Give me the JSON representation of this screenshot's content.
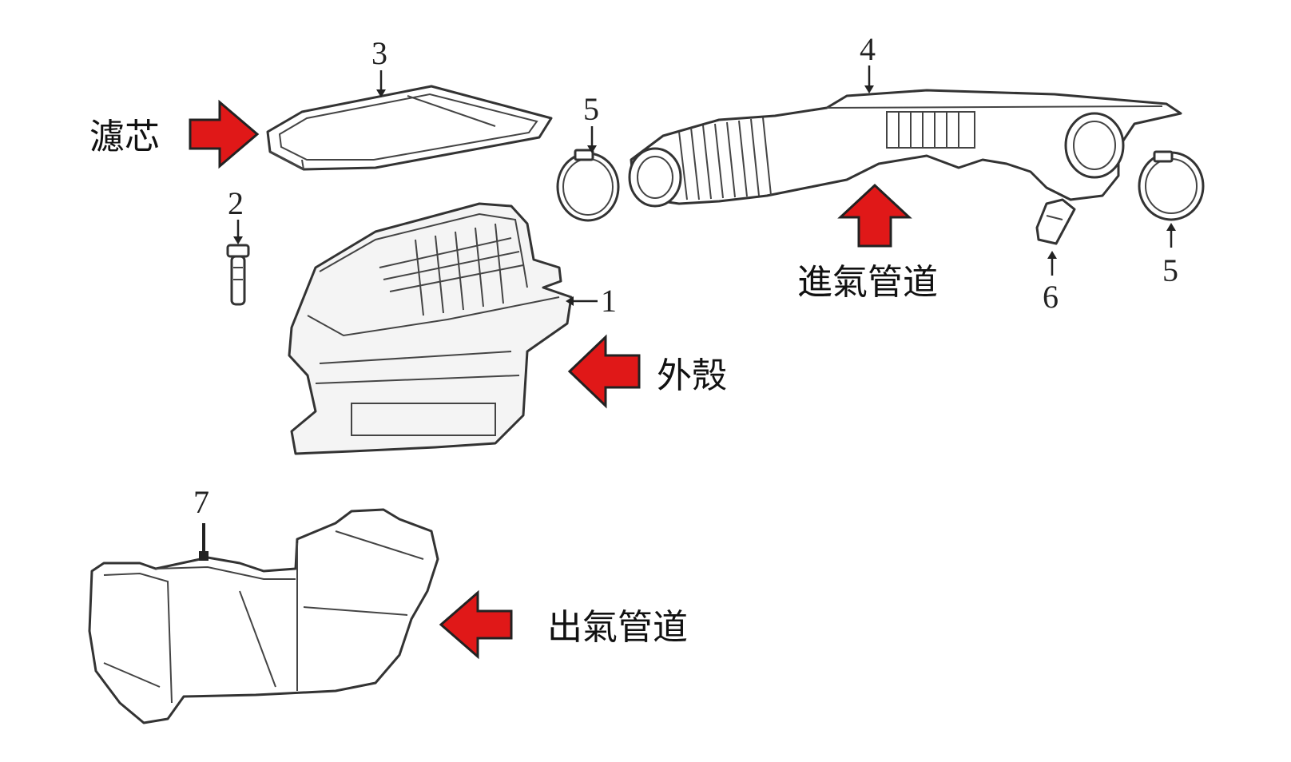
{
  "parts": [
    {
      "number": "1"
    },
    {
      "number": "2"
    },
    {
      "number": "3"
    },
    {
      "number": "4"
    },
    {
      "number": "5"
    },
    {
      "number": "5"
    },
    {
      "number": "6"
    },
    {
      "number": "7"
    }
  ],
  "callouts": {
    "filter": "濾芯",
    "housing": "外殼",
    "intake": "進氣管道",
    "outlet": "出氣管道"
  },
  "colors": {
    "arrow": "#e01818",
    "line": "#333333"
  }
}
